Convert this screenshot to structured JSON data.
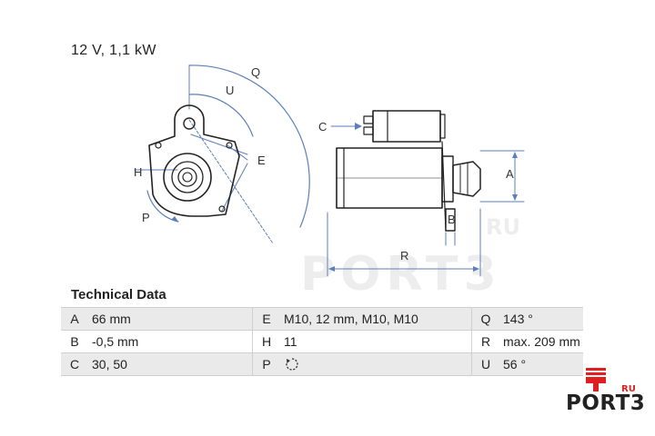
{
  "header": {
    "spec_line": "12 V, 1,1 kW"
  },
  "drawing": {
    "labels": {
      "q": "Q",
      "u": "U",
      "e": "E",
      "h": "H",
      "p": "P",
      "c": "C",
      "a": "A",
      "b": "B",
      "r": "R"
    },
    "line_color": "#5b7fb8"
  },
  "watermark": {
    "main": "PORT3",
    "sup": "RU"
  },
  "technical": {
    "title": "Technical Data",
    "rows": [
      [
        {
          "key": "A",
          "value": "66 mm"
        },
        {
          "key": "E",
          "value": "M10, 12 mm, M10, M10"
        },
        {
          "key": "Q",
          "value": "143 °"
        }
      ],
      [
        {
          "key": "B",
          "value": "-0,5 mm"
        },
        {
          "key": "H",
          "value": "11"
        },
        {
          "key": "R",
          "value": "max. 209 mm"
        }
      ],
      [
        {
          "key": "C",
          "value": "30, 50"
        },
        {
          "key": "P",
          "value": ""
        },
        {
          "key": "U",
          "value": "56 °"
        }
      ]
    ],
    "rotation_icon": "clockwise-rotation-icon"
  },
  "logo": {
    "text": "PORT3",
    "sup": "RU",
    "accent": "#e02020"
  }
}
